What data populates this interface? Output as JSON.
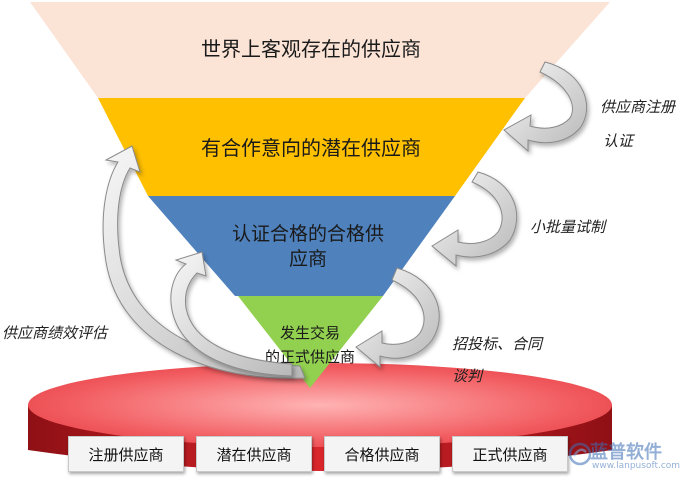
{
  "funnel": {
    "levels": [
      {
        "line1": "世界上客观存在的供应商",
        "line2": ""
      },
      {
        "line1": "有合作意向的潜在供应商",
        "line2": ""
      },
      {
        "line1": "认证合格的合格供",
        "line2": "应商"
      },
      {
        "line1": "发生交易",
        "line2": "的正式供应商"
      }
    ],
    "colors": {
      "level1": "#fbe3d6",
      "level2": "#ffc000",
      "level3": "#4f81bd",
      "level4": "#92d050",
      "base": "#d9262b",
      "base_top": "#f5787a"
    }
  },
  "steps": {
    "registration": [
      "供应商注册",
      "认证"
    ],
    "trial": "小批量试制",
    "bidding": [
      "招投标、合同",
      "谈判"
    ],
    "evaluation": "供应商绩效评估"
  },
  "base_labels": [
    "注册供应商",
    "潜在供应商",
    "合格供应商",
    "正式供应商"
  ],
  "watermark": {
    "name": "蓝普软件",
    "url": "www.lanpusoft.com"
  }
}
